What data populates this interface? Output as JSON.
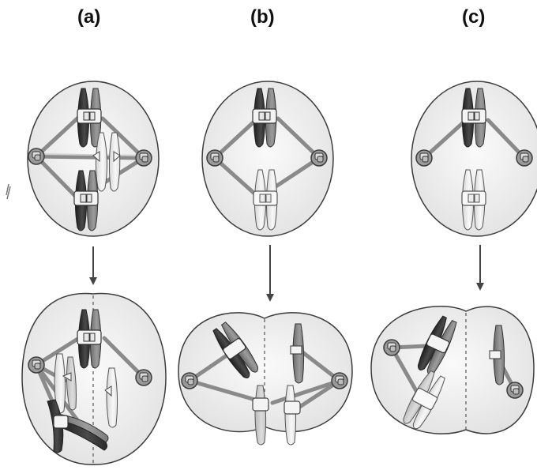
{
  "panels": [
    {
      "label": "(a)"
    },
    {
      "label": "(b)"
    },
    {
      "label": "(c)"
    }
  ],
  "colors": {
    "cell_fill": "#f1f1f1",
    "cell_stroke": "#3c3c3c",
    "spindle": "#8a8a8a",
    "centrosome_fill": "#9a9a9a",
    "chromatid_dark": "#2e2e2e",
    "chromatid_mid": "#7a7a7a",
    "chromatid_light": "#e6e6e6",
    "kinetochore": "#f4f4f4",
    "arrow": "#444444"
  }
}
